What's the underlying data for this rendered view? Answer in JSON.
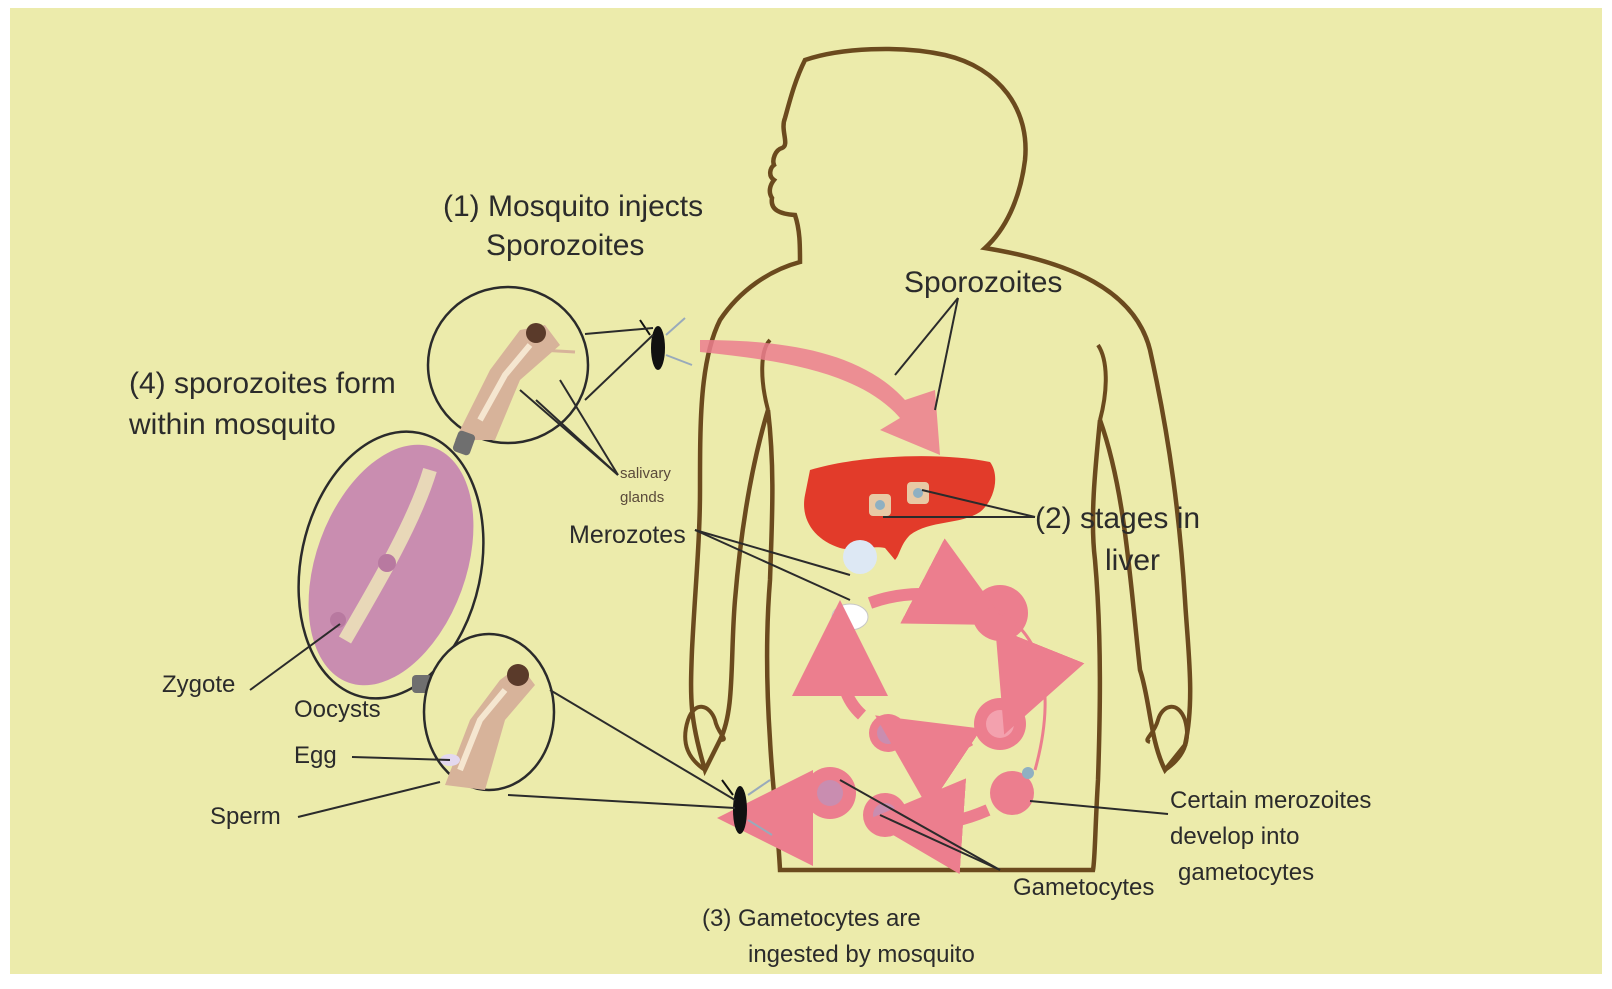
{
  "labels": {
    "step1_line1": "(1) Mosquito injects",
    "step1_line2": "Sporozoites",
    "sporozoites": "Sporozoites",
    "step4_line1": "(4) sporozoites form",
    "step4_line2": "within mosquito",
    "salivary_line1": "salivary",
    "salivary_line2": "glands",
    "merozotes": "Merozotes",
    "step2_line1": "(2) stages in",
    "step2_line2": "liver",
    "zygote": "Zygote",
    "oocysts": "Oocysts",
    "egg": "Egg",
    "sperm": "Sperm",
    "certain_line1": "Certain merozoites",
    "certain_line2": "develop into",
    "certain_line3": "gametocytes",
    "gametocytes": "Gametocytes",
    "step3_line1": "(3)  Gametocytes are",
    "step3_line2": "ingested by mosquito"
  },
  "colors": {
    "background": "#ecebab",
    "body_outline": "#6b4a1e",
    "liver": "#e23b2a",
    "cycle_pink": "#ec7e8e",
    "gut_purple": "#c98db0",
    "mosquito_tan": "#d7b39a"
  }
}
